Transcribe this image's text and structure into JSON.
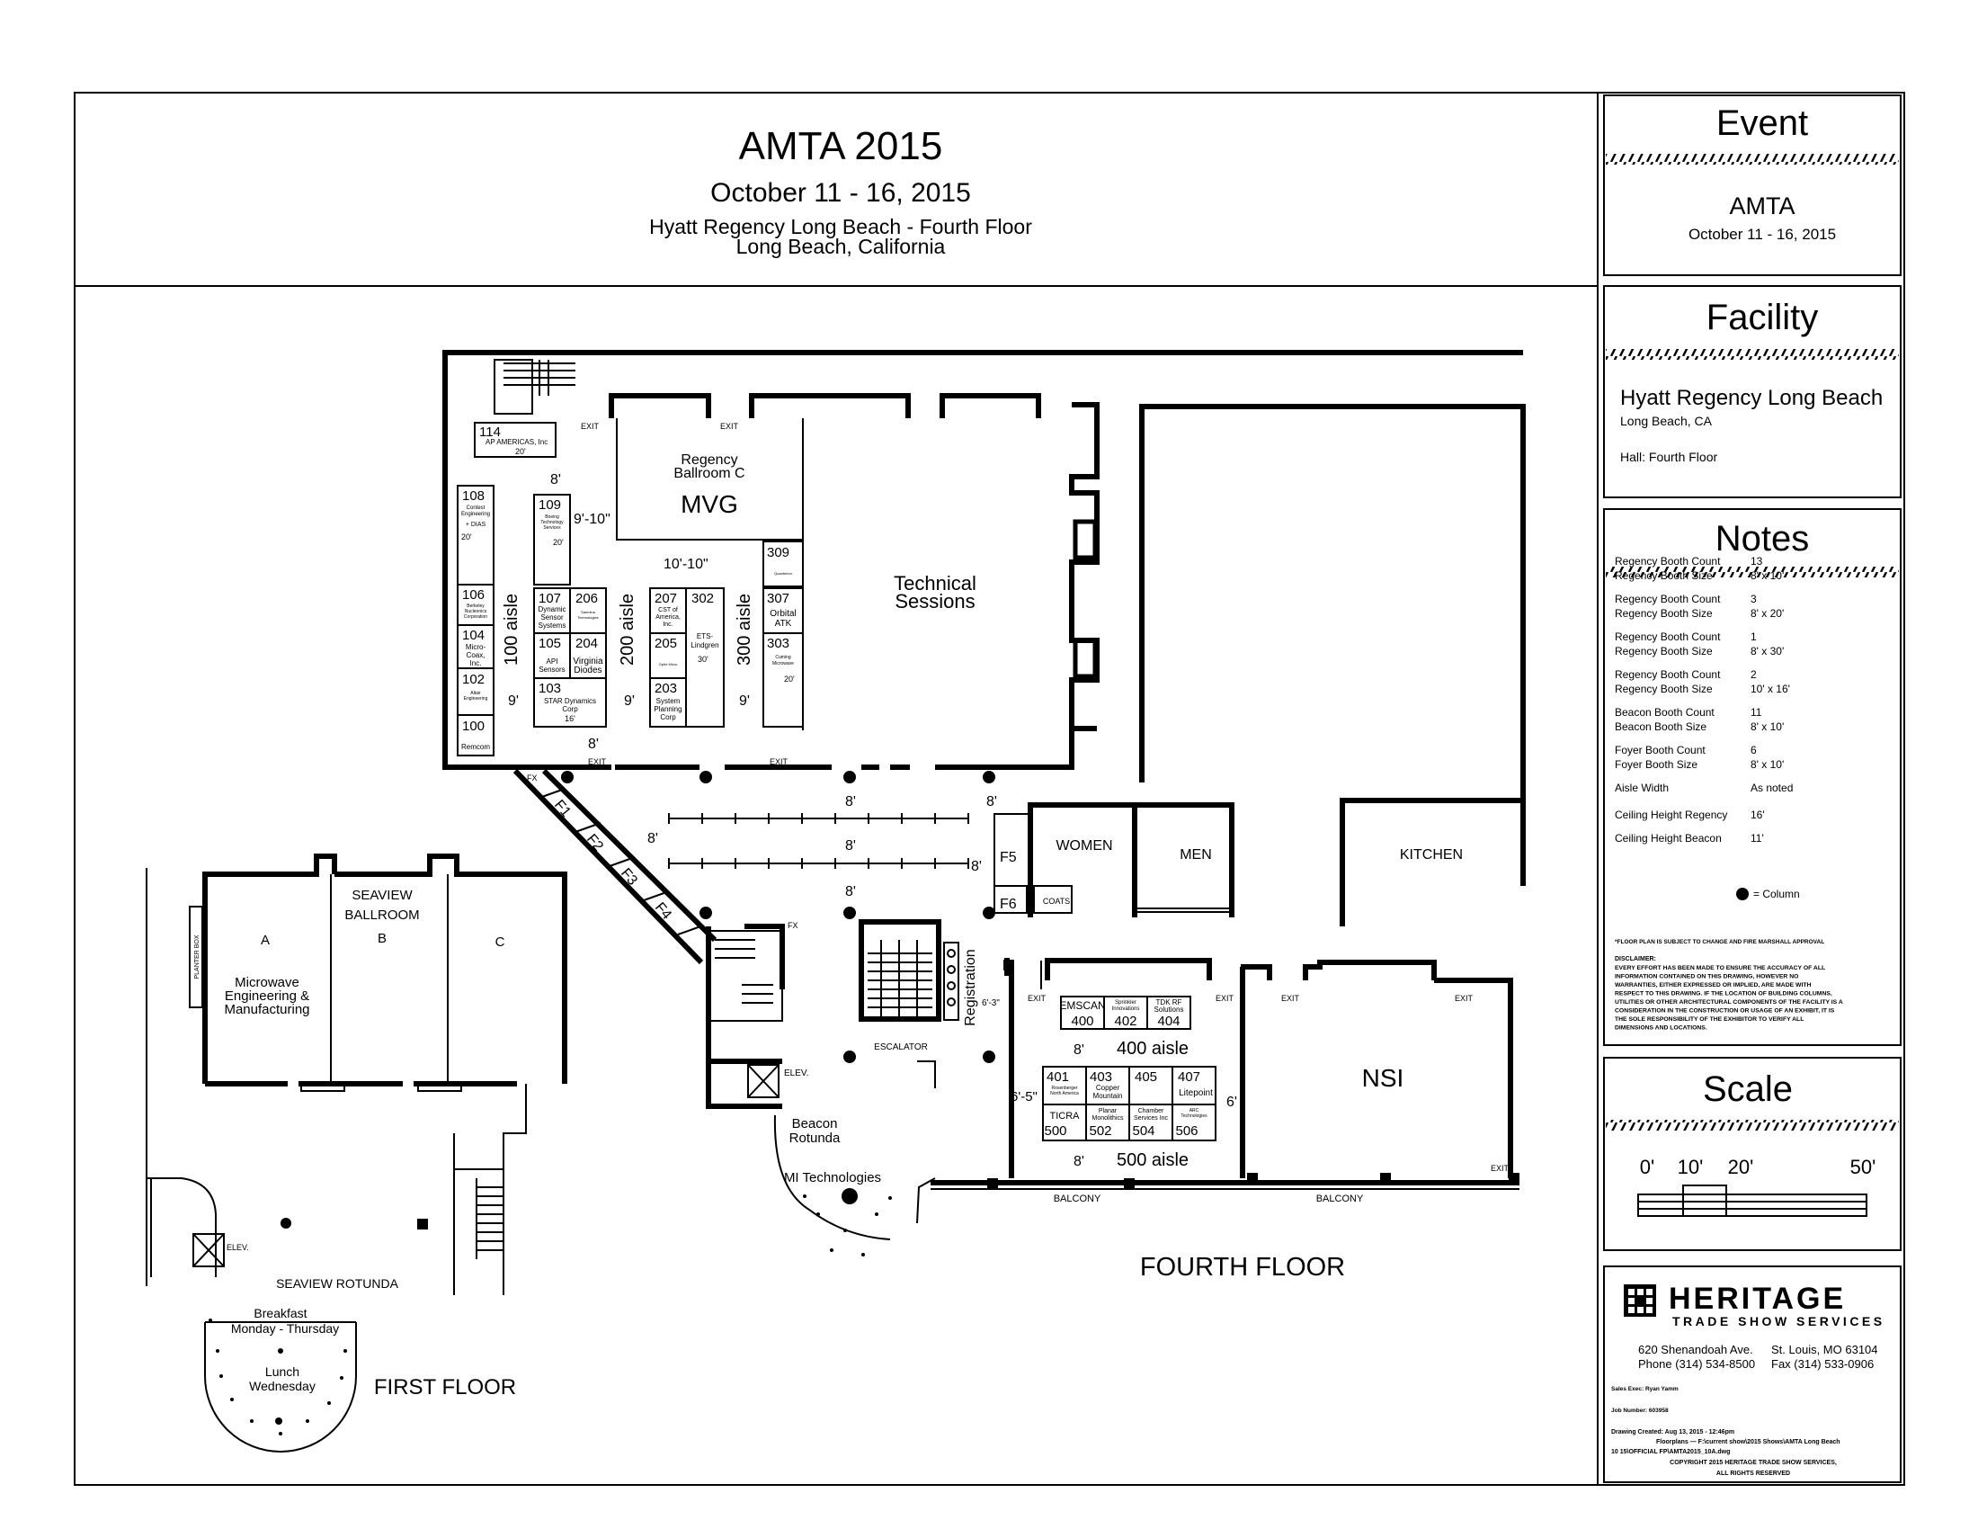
{
  "header": {
    "title": "AMTA 2015",
    "dates": "October 11 - 16, 2015",
    "venue_line1": "Hyatt Regency Long Beach - Fourth Floor",
    "venue_line2": "Long Beach, California"
  },
  "event_panel": {
    "heading": "Event",
    "name": "AMTA",
    "dates": "October 11 - 16, 2015"
  },
  "facility_panel": {
    "heading": "Facility",
    "name": "Hyatt Regency Long Beach",
    "city": "Long Beach, CA",
    "hall": "Hall: Fourth Floor"
  },
  "notes_panel": {
    "heading": "Notes",
    "rows": [
      {
        "label": "Regency Booth Count",
        "value": "13"
      },
      {
        "label": "Regency Booth Size",
        "value": "8' x 10'"
      },
      {
        "label": "Regency Booth Count",
        "value": "3"
      },
      {
        "label": "Regency Booth Size",
        "value": "8' x 20'"
      },
      {
        "label": "Regency Booth Count",
        "value": "1"
      },
      {
        "label": "Regency Booth Size",
        "value": "8' x 30'"
      },
      {
        "label": "Regency Booth Count",
        "value": "2"
      },
      {
        "label": "Regency Booth Size",
        "value": "10' x 16'"
      },
      {
        "label": "Beacon Booth Count",
        "value": "11"
      },
      {
        "label": "Beacon Booth Size",
        "value": "8' x 10'"
      },
      {
        "label": "Foyer Booth Count",
        "value": "6"
      },
      {
        "label": "Foyer Booth Size",
        "value": "8' x 10'"
      },
      {
        "label": "Aisle Width",
        "value": "As noted"
      },
      {
        "label": "Ceiling Height Regency",
        "value": "16'"
      },
      {
        "label": "Ceiling Height Beacon",
        "value": "11'"
      }
    ],
    "column_legend": "= Column",
    "floorplan_note": "*FLOOR PLAN IS SUBJECT TO CHANGE AND FIRE MARSHALL APPROVAL",
    "disclaimer_title": "DISCLAIMER:",
    "disclaimer_lines": [
      "EVERY EFFORT HAS BEEN MADE TO ENSURE THE ACCURACY OF ALL",
      "INFORMATION CONTAINED ON THIS DRAWING, HOWEVER NO",
      "WARRANTIES, EITHER EXPRESSED OR IMPLIED, ARE MADE WITH",
      "RESPECT TO THIS DRAWING. IF THE LOCATION OF BUILDING COLUMNS,",
      "UTILITIES OR OTHER ARCHITECTURAL COMPONENTS OF THE FACILITY IS A",
      "CONSIDERATION IN THE CONSTRUCTION OR USAGE OF AN EXHIBIT, IT IS",
      "THE SOLE RESPONSIBILITY OF THE EXHIBITOR TO VERIFY ALL",
      "DIMENSIONS AND LOCATIONS."
    ]
  },
  "scale_panel": {
    "heading": "Scale",
    "labels": [
      "0'",
      "10'",
      "20'",
      "50'"
    ]
  },
  "company": {
    "name": "HERITAGE",
    "tagline": "TRADE SHOW SERVICES",
    "address": "620 Shenandoah Ave.",
    "city": "St. Louis, MO 63104",
    "phone": "Phone (314) 534-8500",
    "fax": "Fax (314) 533-0906",
    "sales": "Sales Exec: Ryan Yamm",
    "job": "Job Number: 603958",
    "drawing_created": "Drawing Created:  Aug 13, 2015 - 12:46pm",
    "floorplans_line1": "Floorplans  — F:\\current show\\2015 Shows\\AMTA Long Beach",
    "floorplans_line2": "10 15\\OFFICIAL FP\\AMTA2015_10A.dwg",
    "copyright": "COPYRIGHT  2015  HERITAGE TRADE SHOW SERVICES,",
    "rights": "ALL RIGHTS RESERVED"
  },
  "floor_labels": {
    "fourth": "FOURTH FLOOR",
    "first": "FIRST FLOOR"
  },
  "rooms": {
    "regency_c_1": "Regency",
    "regency_c_2": "Ballroom C",
    "mvg": "MVG",
    "tech_1": "Technical",
    "tech_2": "Sessions",
    "women": "WOMEN",
    "men": "MEN",
    "kitchen": "KITCHEN",
    "coats": "COATS",
    "nsi": "NSI",
    "escalator": "ESCALATOR",
    "registration": "Registration",
    "elev": "ELEV.",
    "beacon_1": "Beacon",
    "beacon_2": "Rotunda",
    "mi": "MI Technologies",
    "balcony": "BALCONY",
    "seaview_1": "SEAVIEW",
    "seaview_2": "BALLROOM",
    "sec_a": "A",
    "sec_b": "B",
    "sec_c": "C",
    "mw_1": "Microwave",
    "mw_2": "Engineering &",
    "mw_3": "Manufacturing",
    "planter": "PLANTER BOX",
    "rotunda": "SEAVIEW ROTUNDA",
    "breakfast_1": "Breakfast",
    "breakfast_2": "Monday - Thursday",
    "lunch_1": "Lunch",
    "lunch_2": "Wednesday"
  },
  "aisles": {
    "a100": "100 aisle",
    "a200": "200 aisle",
    "a300": "300 aisle",
    "a400": "400 aisle",
    "a500": "500 aisle",
    "d8": "8'",
    "d9": "9'",
    "d910": "9'-10\"",
    "d1010": "10'-10\"",
    "d6": "6'",
    "d65": "6'-5\"",
    "d63": "6'-3\"",
    "exit": "EXIT",
    "fx": "FX"
  },
  "booths": {
    "b114": {
      "num": "114",
      "name": "AP AMERICAS, Inc",
      "size": "20'"
    },
    "b108": {
      "num": "108",
      "name1": "Contest",
      "name2": "Engineering",
      "name3": "+ DIAS",
      "size": "20'"
    },
    "b109": {
      "num": "109",
      "name1": "Boeing",
      "name2": "Technology",
      "name3": "Services",
      "size": "20'"
    },
    "b106": {
      "num": "106",
      "name1": "Berkeley",
      "name2": "Nucleonics",
      "name3": "Corporation"
    },
    "b104": {
      "num": "104",
      "name1": "Micro-",
      "name2": "Coax,",
      "name3": "Inc."
    },
    "b102": {
      "num": "102",
      "name1": "Altair",
      "name2": "Engineering"
    },
    "b100": {
      "num": "100",
      "name": "Remcom"
    },
    "b107": {
      "num": "107",
      "name1": "Dynamic",
      "name2": "Sensor",
      "name3": "Systems"
    },
    "b206": {
      "num": "206",
      "name1": "Sanmina",
      "name2": "Technologies"
    },
    "b105": {
      "num": "105",
      "name1": "API",
      "name2": "Sensors"
    },
    "b204": {
      "num": "204",
      "name1": "Virginia",
      "name2": "Diodes"
    },
    "b103": {
      "num": "103",
      "name1": "STAR Dynamics",
      "name2": "Corp",
      "size": "16'"
    },
    "b207": {
      "num": "207",
      "name1": "CST of",
      "name2": "America,",
      "name3": "Inc."
    },
    "b302": {
      "num": "302",
      "name1": "ETS-",
      "name2": "Lindgren",
      "size": "30'"
    },
    "b205": {
      "num": "205",
      "name": "Ophir Micro"
    },
    "b203": {
      "num": "203",
      "name1": "System",
      "name2": "Planning",
      "name3": "Corp"
    },
    "b309": {
      "num": "309",
      "name": "Quanterion"
    },
    "b307": {
      "num": "307",
      "name1": "Orbital",
      "name2": "ATK"
    },
    "b303": {
      "num": "303",
      "name1": "Cuming",
      "name2": "Microwave",
      "size": "20'"
    },
    "f1": "F1",
    "f2": "F2",
    "f3": "F3",
    "f4": "F4",
    "f5": "F5",
    "f6": "F6",
    "b400": {
      "num": "400",
      "name": "EMSCAN"
    },
    "b402": {
      "num": "402",
      "name1": "Sprinkler",
      "name2": "Innovations"
    },
    "b404": {
      "num": "404",
      "name1": "TDK RF",
      "name2": "Solutions"
    },
    "b401": {
      "num": "401",
      "name1": "Rosenberger",
      "name2": "North America"
    },
    "b403": {
      "num": "403",
      "name1": "Copper",
      "name2": "Mountain"
    },
    "b405": {
      "num": "405"
    },
    "b407": {
      "num": "407",
      "name": "Litepoint"
    },
    "b500": {
      "num": "500",
      "name": "TICRA"
    },
    "b502": {
      "num": "502",
      "name1": "Planar",
      "name2": "Monolithics"
    },
    "b504": {
      "num": "504",
      "name1": "Chamber",
      "name2": "Services Inc"
    },
    "b506": {
      "num": "506",
      "name1": "ARC",
      "name2": "Technologies"
    }
  }
}
